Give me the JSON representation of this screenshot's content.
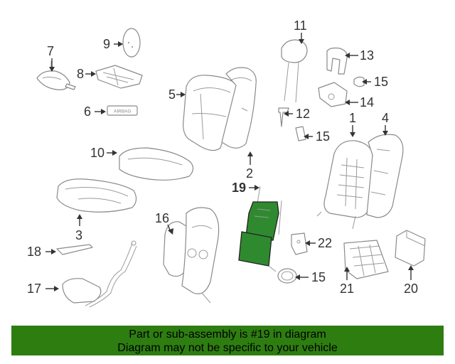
{
  "callouts": {
    "c1": "1",
    "c2": "2",
    "c3": "3",
    "c4": "4",
    "c5": "5",
    "c6": "6",
    "c7": "7",
    "c8": "8",
    "c9": "9",
    "c10": "10",
    "c11": "11",
    "c12": "12",
    "c13": "13",
    "c14": "14",
    "c15": "15",
    "c16": "16",
    "c17": "17",
    "c18": "18",
    "c19": "19",
    "c20": "20",
    "c21": "21",
    "c22": "22"
  },
  "labels": {
    "airbag": "AIRBAG"
  },
  "banner": {
    "line1": "Part or sub-assembly is #19 in diagram",
    "line2": "Diagram may not be specific to your vehicle"
  },
  "colors": {
    "highlight": "#2f8a2f",
    "banner": "#2e7d11",
    "outline": "#8a8a8a"
  }
}
